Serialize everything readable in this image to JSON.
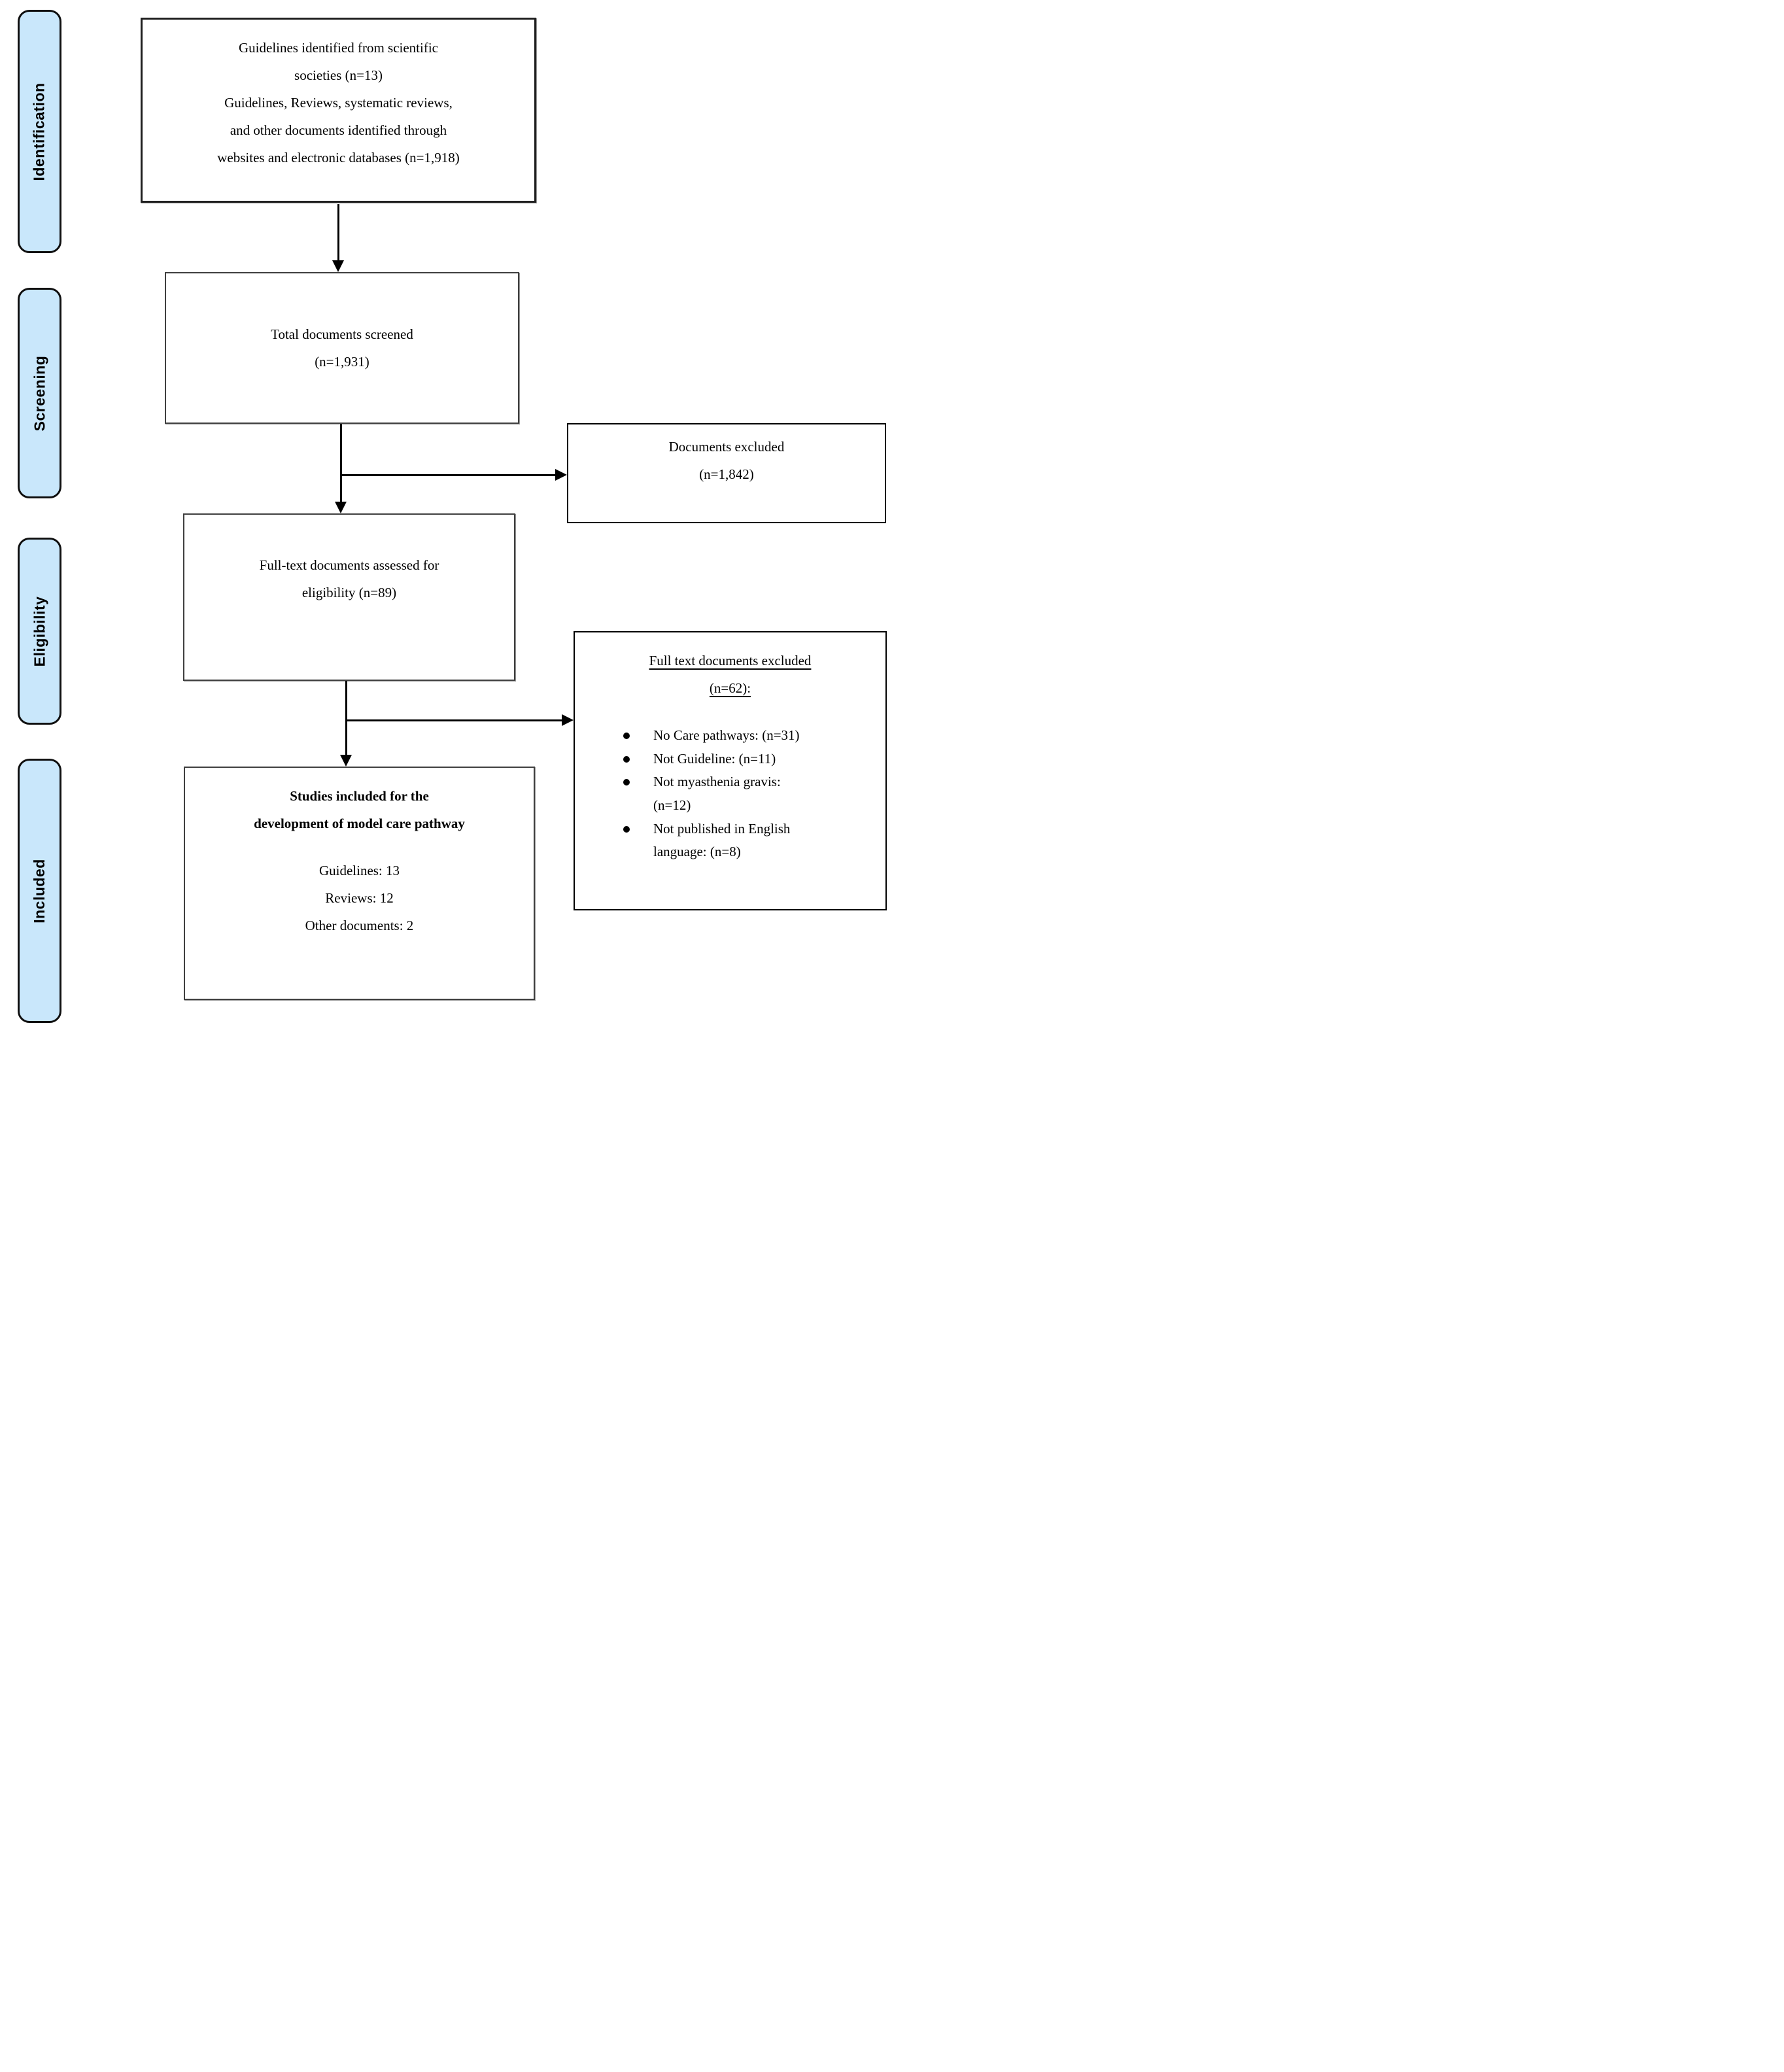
{
  "colors": {
    "stage_fill": "#c9e7fb",
    "stage_border": "#0f0f0f",
    "box_border": "#3f3f3f",
    "text": "#000000"
  },
  "stages": [
    {
      "label": "Identification"
    },
    {
      "label": "Screening"
    },
    {
      "label": "Eligibility"
    },
    {
      "label": "Included"
    }
  ],
  "boxes": {
    "identification": {
      "text": "Guidelines identified from scientific\nsocieties (n=13)\nGuidelines, Reviews, systematic reviews,\nand other documents identified through\nwebsites and electronic databases (n=1,918)"
    },
    "screening": {
      "text": "Total documents screened\n(n=1,931)"
    },
    "documents_excluded": {
      "text": "Documents excluded\n(n=1,842)"
    },
    "eligibility": {
      "text": "Full-text documents assessed for\neligibility (n=89)"
    },
    "fulltext_excluded": {
      "title": "Full text documents excluded\n(n=62):",
      "bullets": [
        "No Care pathways: (n=31)",
        "Not Guideline: (n=11)",
        "Not myasthenia gravis:\n(n=12)",
        "Not published in English\nlanguage: (n=8)"
      ]
    },
    "included": {
      "title": "Studies included for the\ndevelopment of model care pathway",
      "items": [
        "Guidelines: 13",
        "Reviews: 12",
        "Other documents: 2"
      ]
    }
  }
}
